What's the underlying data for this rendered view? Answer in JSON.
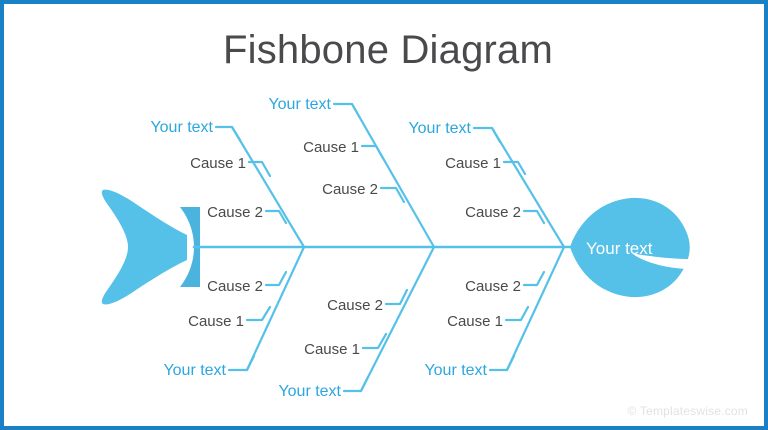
{
  "slide": {
    "title": "Fishbone Diagram",
    "title_color": "#4A4A4D",
    "border_color": "#1B81C7",
    "background": "#ffffff",
    "accent_color": "#2BA7DF",
    "fish_body_color": "#56C1E8",
    "fish_connector_color": "#4BB4DE",
    "bone_color": "#56C1E8",
    "cause_text_color": "#4A4A4D"
  },
  "head": {
    "label": "Your text",
    "label_color": "#ffffff"
  },
  "branches": {
    "top": [
      {
        "id": "top-1",
        "header": "Your text",
        "causes": [
          "Cause 1",
          "Cause 2"
        ]
      },
      {
        "id": "top-2",
        "header": "Your text",
        "causes": [
          "Cause 1",
          "Cause 2"
        ]
      },
      {
        "id": "top-3",
        "header": "Your text",
        "causes": [
          "Cause 1",
          "Cause 2"
        ]
      }
    ],
    "bottom": [
      {
        "id": "bottom-1",
        "header": "Your text",
        "causes": [
          "Cause 2",
          "Cause 1"
        ]
      },
      {
        "id": "bottom-2",
        "header": "Your text",
        "causes": [
          "Cause 2",
          "Cause 1"
        ]
      },
      {
        "id": "bottom-3",
        "header": "Your text",
        "causes": [
          "Cause 2",
          "Cause 1"
        ]
      }
    ]
  },
  "footer": {
    "watermark": "© Templateswise.com"
  }
}
